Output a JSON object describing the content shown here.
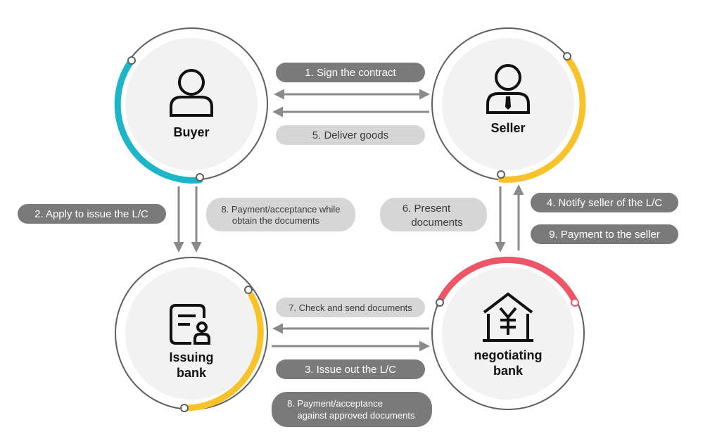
{
  "colors": {
    "teal": "#1fb5c9",
    "yellow": "#f8c22a",
    "red": "#ee5667",
    "dark_pill": "#7a7a7a",
    "light_pill": "#d6d6d6",
    "arrow": "#8a8a8a",
    "ring": "#5f5f5f",
    "node_fill": "#f2f2f2"
  },
  "nodes": {
    "buyer": {
      "label": "Buyer",
      "icon": "person-icon",
      "accent": "teal"
    },
    "seller": {
      "label": "Seller",
      "icon": "businessman-icon",
      "accent": "yellow"
    },
    "issuing_bank": {
      "label_line1": "Issuing",
      "label_line2": "bank",
      "icon": "document-person-icon",
      "accent": "yellow"
    },
    "negotiating_bank": {
      "label_line1": "negotiating",
      "label_line2": "bank",
      "icon": "bank-yen-icon",
      "accent": "red"
    }
  },
  "steps": {
    "s1": "1. Sign the contract",
    "s2": "2. Apply to issue the L/C",
    "s3": "3. Issue out the L/C",
    "s4": "4. Notify seller of the L/C",
    "s5": "5. Deliver goods",
    "s6_line1": "6. Present",
    "s6_line2": "documents",
    "s7": "7. Check and send documents",
    "s8a_line1": "8. Payment/acceptance while",
    "s8a_line2": "obtain the documents",
    "s8b_line1": "8. Payment/acceptance",
    "s8b_line2": "against approved documents",
    "s9": "9. Payment to the seller"
  }
}
